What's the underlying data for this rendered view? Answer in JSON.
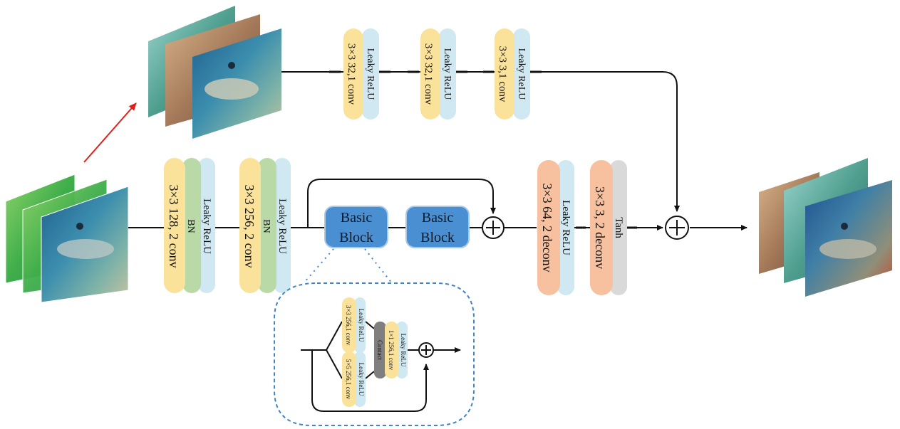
{
  "top_branch": {
    "layers": [
      {
        "conv": "3×3 32,1 conv",
        "act": "Leaky ReLU"
      },
      {
        "conv": "3×3 32,1 conv",
        "act": "Leaky ReLU"
      },
      {
        "conv": "3×3 3,1 conv",
        "act": "Leaky ReLU"
      }
    ]
  },
  "main_branch": {
    "encoder": [
      {
        "conv": "3×3 128, 2 conv",
        "norm": "BN",
        "act": "Leaky ReLU"
      },
      {
        "conv": "3×3 256, 2 conv",
        "norm": "BN",
        "act": "Leaky ReLU"
      }
    ],
    "basic_blocks": [
      {
        "line1": "Basic",
        "line2": "Block"
      },
      {
        "line1": "Basic",
        "line2": "Block"
      }
    ],
    "decoder": [
      {
        "conv": "3×3 64, 2 deconv",
        "act": "Leaky ReLU"
      },
      {
        "conv": "3×3 3, 2 deconv",
        "act": "Tanh"
      }
    ]
  },
  "detail": {
    "branch1": {
      "conv": "3×3 256,1 conv",
      "act": "Leaky ReLU"
    },
    "branch2": {
      "conv": "5×5 256,1 conv",
      "act": "Leaky ReLU"
    },
    "concat": "Contact",
    "fuse": {
      "conv": "1×1 256,1 conv",
      "act": "Leaky ReLU"
    }
  },
  "colors": {
    "conv": "#fbe29b",
    "act": "#cfe8f1",
    "bn": "#b9d9a7",
    "deconv": "#f7c1a0",
    "tanh": "#d9d9d9",
    "concat": "#7f7f7f",
    "block": "#4a8fd1",
    "dashed": "#3f84c5",
    "arrow_red": "#e0201b"
  },
  "icons": [
    "add-icon",
    "arrow-icon"
  ]
}
